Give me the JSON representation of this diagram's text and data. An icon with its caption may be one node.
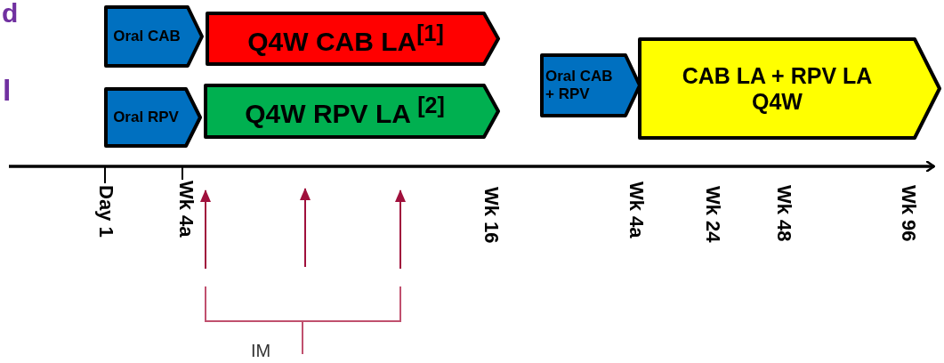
{
  "diagram": {
    "nodes": [
      {
        "text": [
          "Oral CAB"
        ]
      },
      {
        "text": [
          "Q4W CAB LA$^{[1]}$"
        ]
      },
      {
        "text": [
          "Oral RPV"
        ]
      },
      {
        "text": [
          "Q4W RPV LA $^{[2]}$"
        ]
      },
      {
        "text": [
          "Oral CAB + RPV"
        ]
      },
      {
        "text": [
          "CAB LA + RPV LA Q4W"
        ]
      }
    ],
    "labels": [
      "d",
      "l",
      "Day 1",
      "Wk 4a",
      "Wk 16",
      "Wk 4a",
      "Wk 24",
      "Wk 48",
      "Wk 96",
      "IM"
    ]
  }
}
